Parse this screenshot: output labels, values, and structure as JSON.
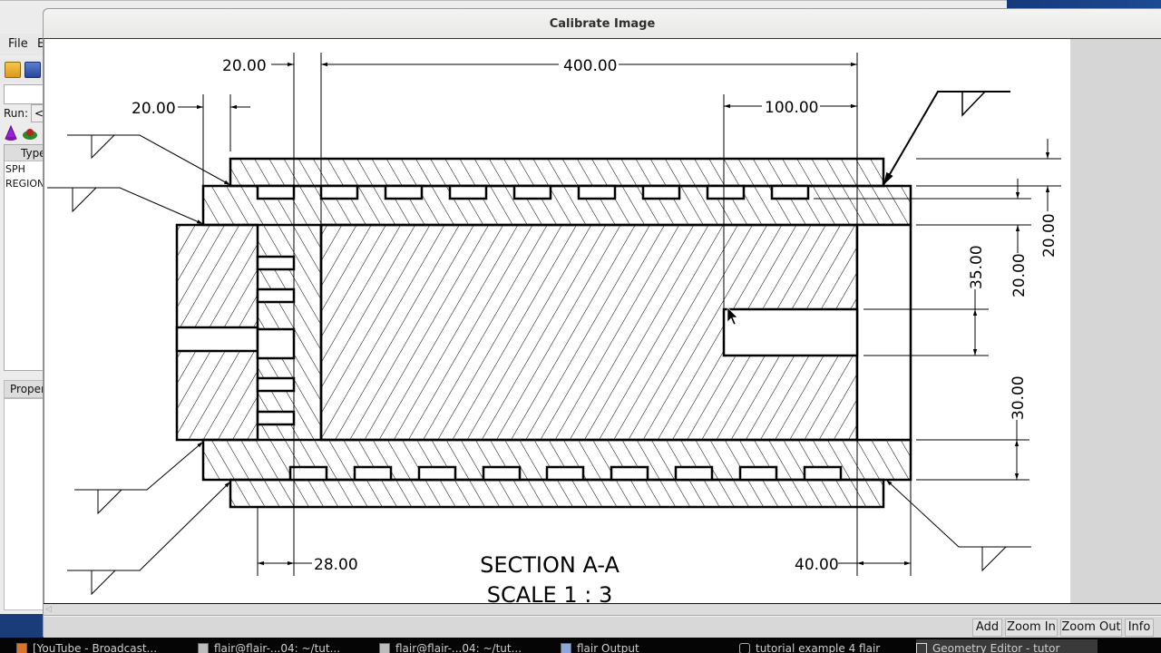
{
  "background_app": {
    "menu": [
      {
        "label": "File",
        "mnemonic": "F"
      },
      {
        "label": "E",
        "mnemonic": "E"
      }
    ],
    "toolbar_icons": [
      "open-folder-icon",
      "save-disk-icon"
    ],
    "run_label": "Run:",
    "run_select_value": "<",
    "shape_icons": [
      "cone-icon",
      "flower-icon"
    ],
    "list_header": "Type",
    "list_rows": [
      "SPH",
      "REGION"
    ],
    "properties_header": "Proper"
  },
  "dialog": {
    "title": "Calibrate Image",
    "buttons": {
      "add": "Add",
      "zoom_in": "Zoom In",
      "zoom_out": "Zoom Out",
      "info": "Info"
    }
  },
  "drawing": {
    "section_title": "SECTION A-A",
    "scale": "SCALE 1 : 3",
    "dimensions": {
      "top_left_outer": "20.00",
      "top_left_inner": "20.00",
      "top_overall": "400.00",
      "top_right": "100.00",
      "right_20a": "20.00",
      "right_20b": "20.00",
      "right_35": "35.00",
      "right_30": "30.00",
      "bottom_left": "28.00",
      "bottom_right": "40.00"
    },
    "line_color": "#000000",
    "background_color": "#ffffff"
  },
  "taskbar": {
    "items": [
      {
        "label": "[YouTube - Broadcast...",
        "icon": "firefox-icon"
      },
      {
        "label": "flair@flair-...04: ~/tut...",
        "icon": "terminal-icon"
      },
      {
        "label": "flair@flair-...04: ~/tut...",
        "icon": "terminal-icon"
      },
      {
        "label": "flair Output",
        "icon": "window-icon"
      },
      {
        "label": "tutorial example 4 flair",
        "icon": "jar-icon"
      },
      {
        "label": "Geometry Editor - tutor",
        "icon": "app-icon",
        "active": true
      }
    ]
  }
}
